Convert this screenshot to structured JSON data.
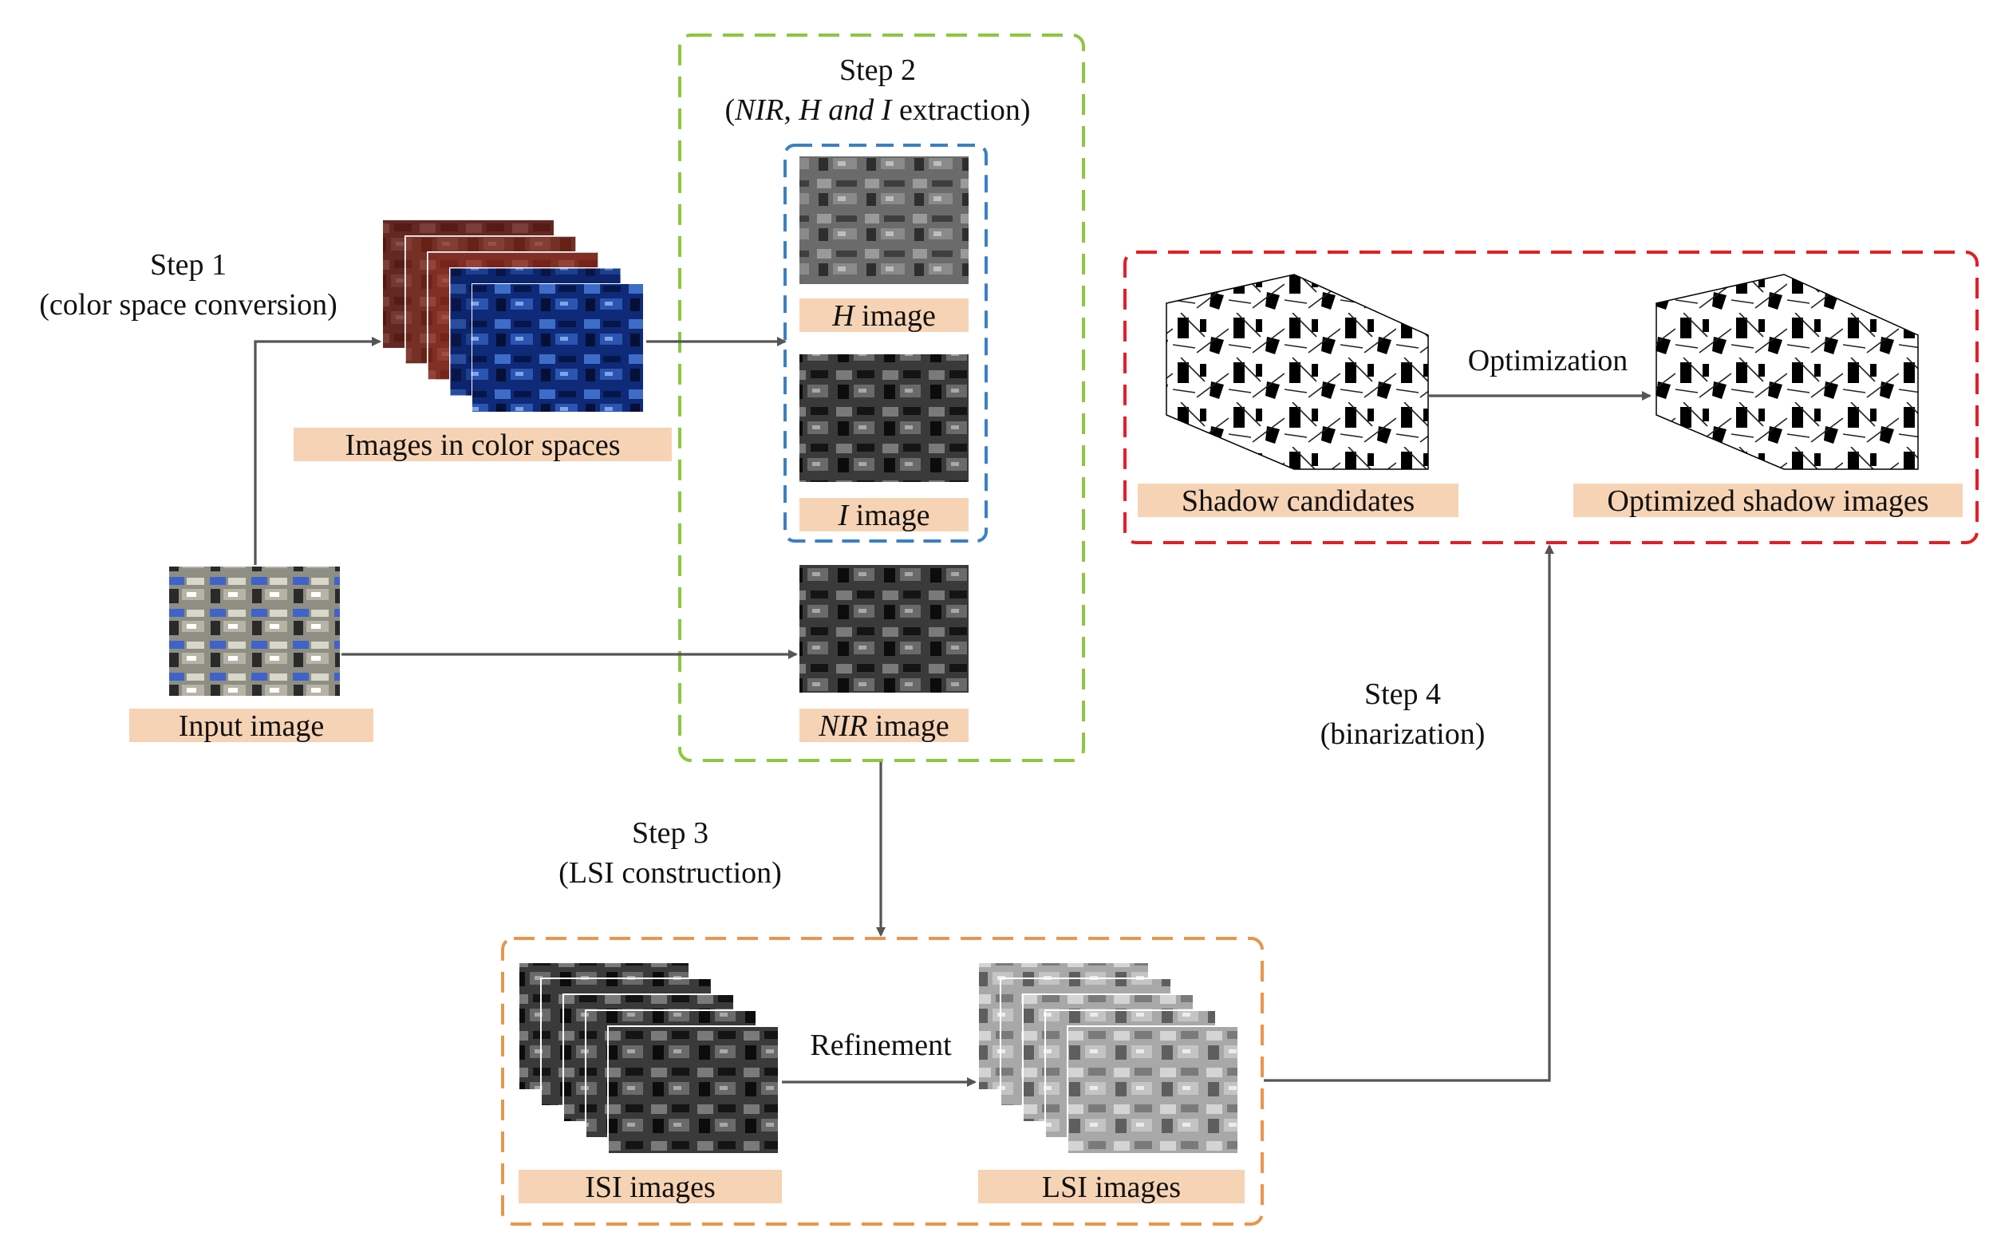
{
  "colors": {
    "step1_box": "#8dc63f",
    "step2_inner": "#3b7fc4",
    "step3_box": "#e8964b",
    "step4_box": "#e31e24",
    "label_fill": "#f6d3b5",
    "arrow": "#555555"
  },
  "step1": {
    "title": "Step 1",
    "subtitle": "(color space conversion)"
  },
  "step2": {
    "title": "Step 2",
    "subtitle_open": "(",
    "subtitle_nir": "NIR",
    "subtitle_comma": ", ",
    "subtitle_hi": "H and I",
    "subtitle_rest": " extraction)"
  },
  "step3": {
    "title": "Step 3",
    "subtitle": "(LSI construction)"
  },
  "step4": {
    "title": "Step 4",
    "subtitle": "(binarization)"
  },
  "labels": {
    "images_in_color_spaces": "Images in color spaces",
    "input_image": "Input image",
    "h_symbol": "H",
    "i_symbol": "I",
    "nir_symbol": "NIR",
    "image_word": " image",
    "isi_images": "ISI images",
    "lsi_images": "LSI images",
    "shadow_candidates": "Shadow candidates",
    "optimized_shadow_images": "Optimized shadow images"
  },
  "arrows": {
    "refinement": "Refinement",
    "optimization": "Optimization"
  }
}
